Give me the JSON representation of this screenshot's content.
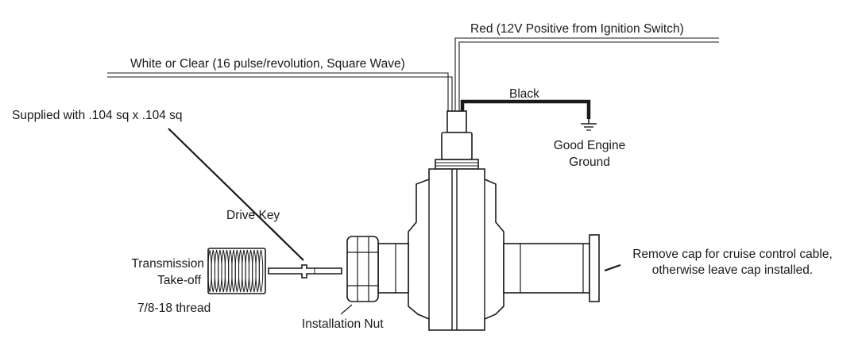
{
  "labels": {
    "red_wire": "Red (12V Positive from Ignition Switch)",
    "white_wire": "White or Clear (16 pulse/revolution, Square Wave)",
    "black_wire": "Black",
    "ground_line1": "Good Engine",
    "ground_line2": "Ground",
    "supplied_with": "Supplied with .104 sq x .104 sq",
    "drive_key": "Drive Key",
    "transmission_line1": "Transmission",
    "transmission_line2": "Take-off",
    "thread": "7/8-18 thread",
    "installation_nut": "Installation Nut",
    "cap_line1": "Remove cap for cruise control cable,",
    "cap_line2": "otherwise leave cap installed."
  },
  "colors": {
    "line": "#1a1a1a",
    "background": "#ffffff"
  }
}
